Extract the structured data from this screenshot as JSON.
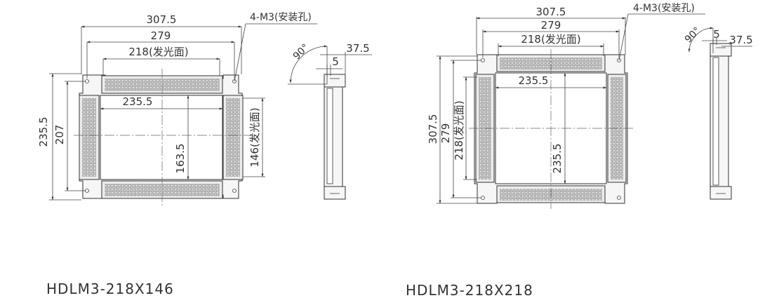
{
  "colors": {
    "line": "#333333",
    "led_fill": "#d0d0d0",
    "background": "#ffffff"
  },
  "left_drawing": {
    "caption": "HDLM3-218X146",
    "dim_outer_width": "307.5",
    "dim_mount_width": "279",
    "dim_emit_width": "218(发光面)",
    "dim_hole_note": "4-M3(安装孔)",
    "dim_inner_width": "235.5",
    "dim_outer_height": "235.5",
    "dim_mount_height": "207",
    "dim_inner_height": "163.5",
    "dim_emit_height": "146(发光面)",
    "side_angle": "90°",
    "side_depth": "37.5",
    "side_thickness": "5"
  },
  "right_drawing": {
    "caption": "HDLM3-218X218",
    "dim_outer_width": "307.5",
    "dim_mount_width": "279",
    "dim_emit_width": "218(发光面)",
    "dim_hole_note": "4-M3(安装孔)",
    "dim_inner_width": "235.5",
    "dim_outer_height": "307.5",
    "dim_mount_height": "279",
    "dim_emit_height": "218(发光面)",
    "dim_inner_height": "235.5",
    "side_angle": "90°",
    "side_thickness": "5",
    "side_depth": "37.5"
  }
}
